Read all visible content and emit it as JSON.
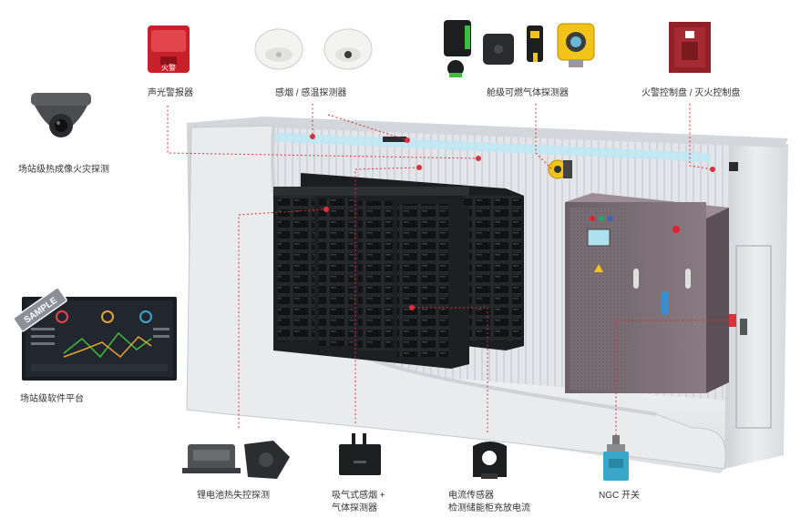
{
  "labels": {
    "alarm": "声光警报器",
    "smoke_temp": "感烟 / 感温探测器",
    "gas": "舱级可燃气体探测器",
    "fire_panel": "火警控制盘 / 灭火控制盘",
    "thermal_cam": "场站级热成像火灾探测",
    "platform": "场站级软件平台",
    "lithium": "锂电池热失控探测",
    "aspirating_line1": "吸气式感烟 +",
    "aspirating_line2": "气体探测器",
    "current_line1": "电流传感器",
    "current_line2": "检测储能柜充放电流",
    "ngc": "NGC 开关"
  },
  "device_text": {
    "alarm_sign": "火警",
    "sample_stamp": "SAMPLE"
  },
  "icons": [
    "strobe-alarm-icon",
    "smoke-detector-icon",
    "heat-detector-icon",
    "gas-detector-icon",
    "fire-control-panel-icon",
    "thermal-camera-icon",
    "dashboard-screen-icon",
    "thermal-runaway-sensor-icon",
    "aspirating-detector-icon",
    "current-sensor-icon",
    "ngc-switch-icon"
  ],
  "colors": {
    "leader": "#d9323a",
    "alarm_red": "#c8202a",
    "gas_yellow": "#f2c318",
    "ngc_blue": "#3aa6c8",
    "container": "#e4e6e9",
    "cabinet": "#2a2c30"
  }
}
